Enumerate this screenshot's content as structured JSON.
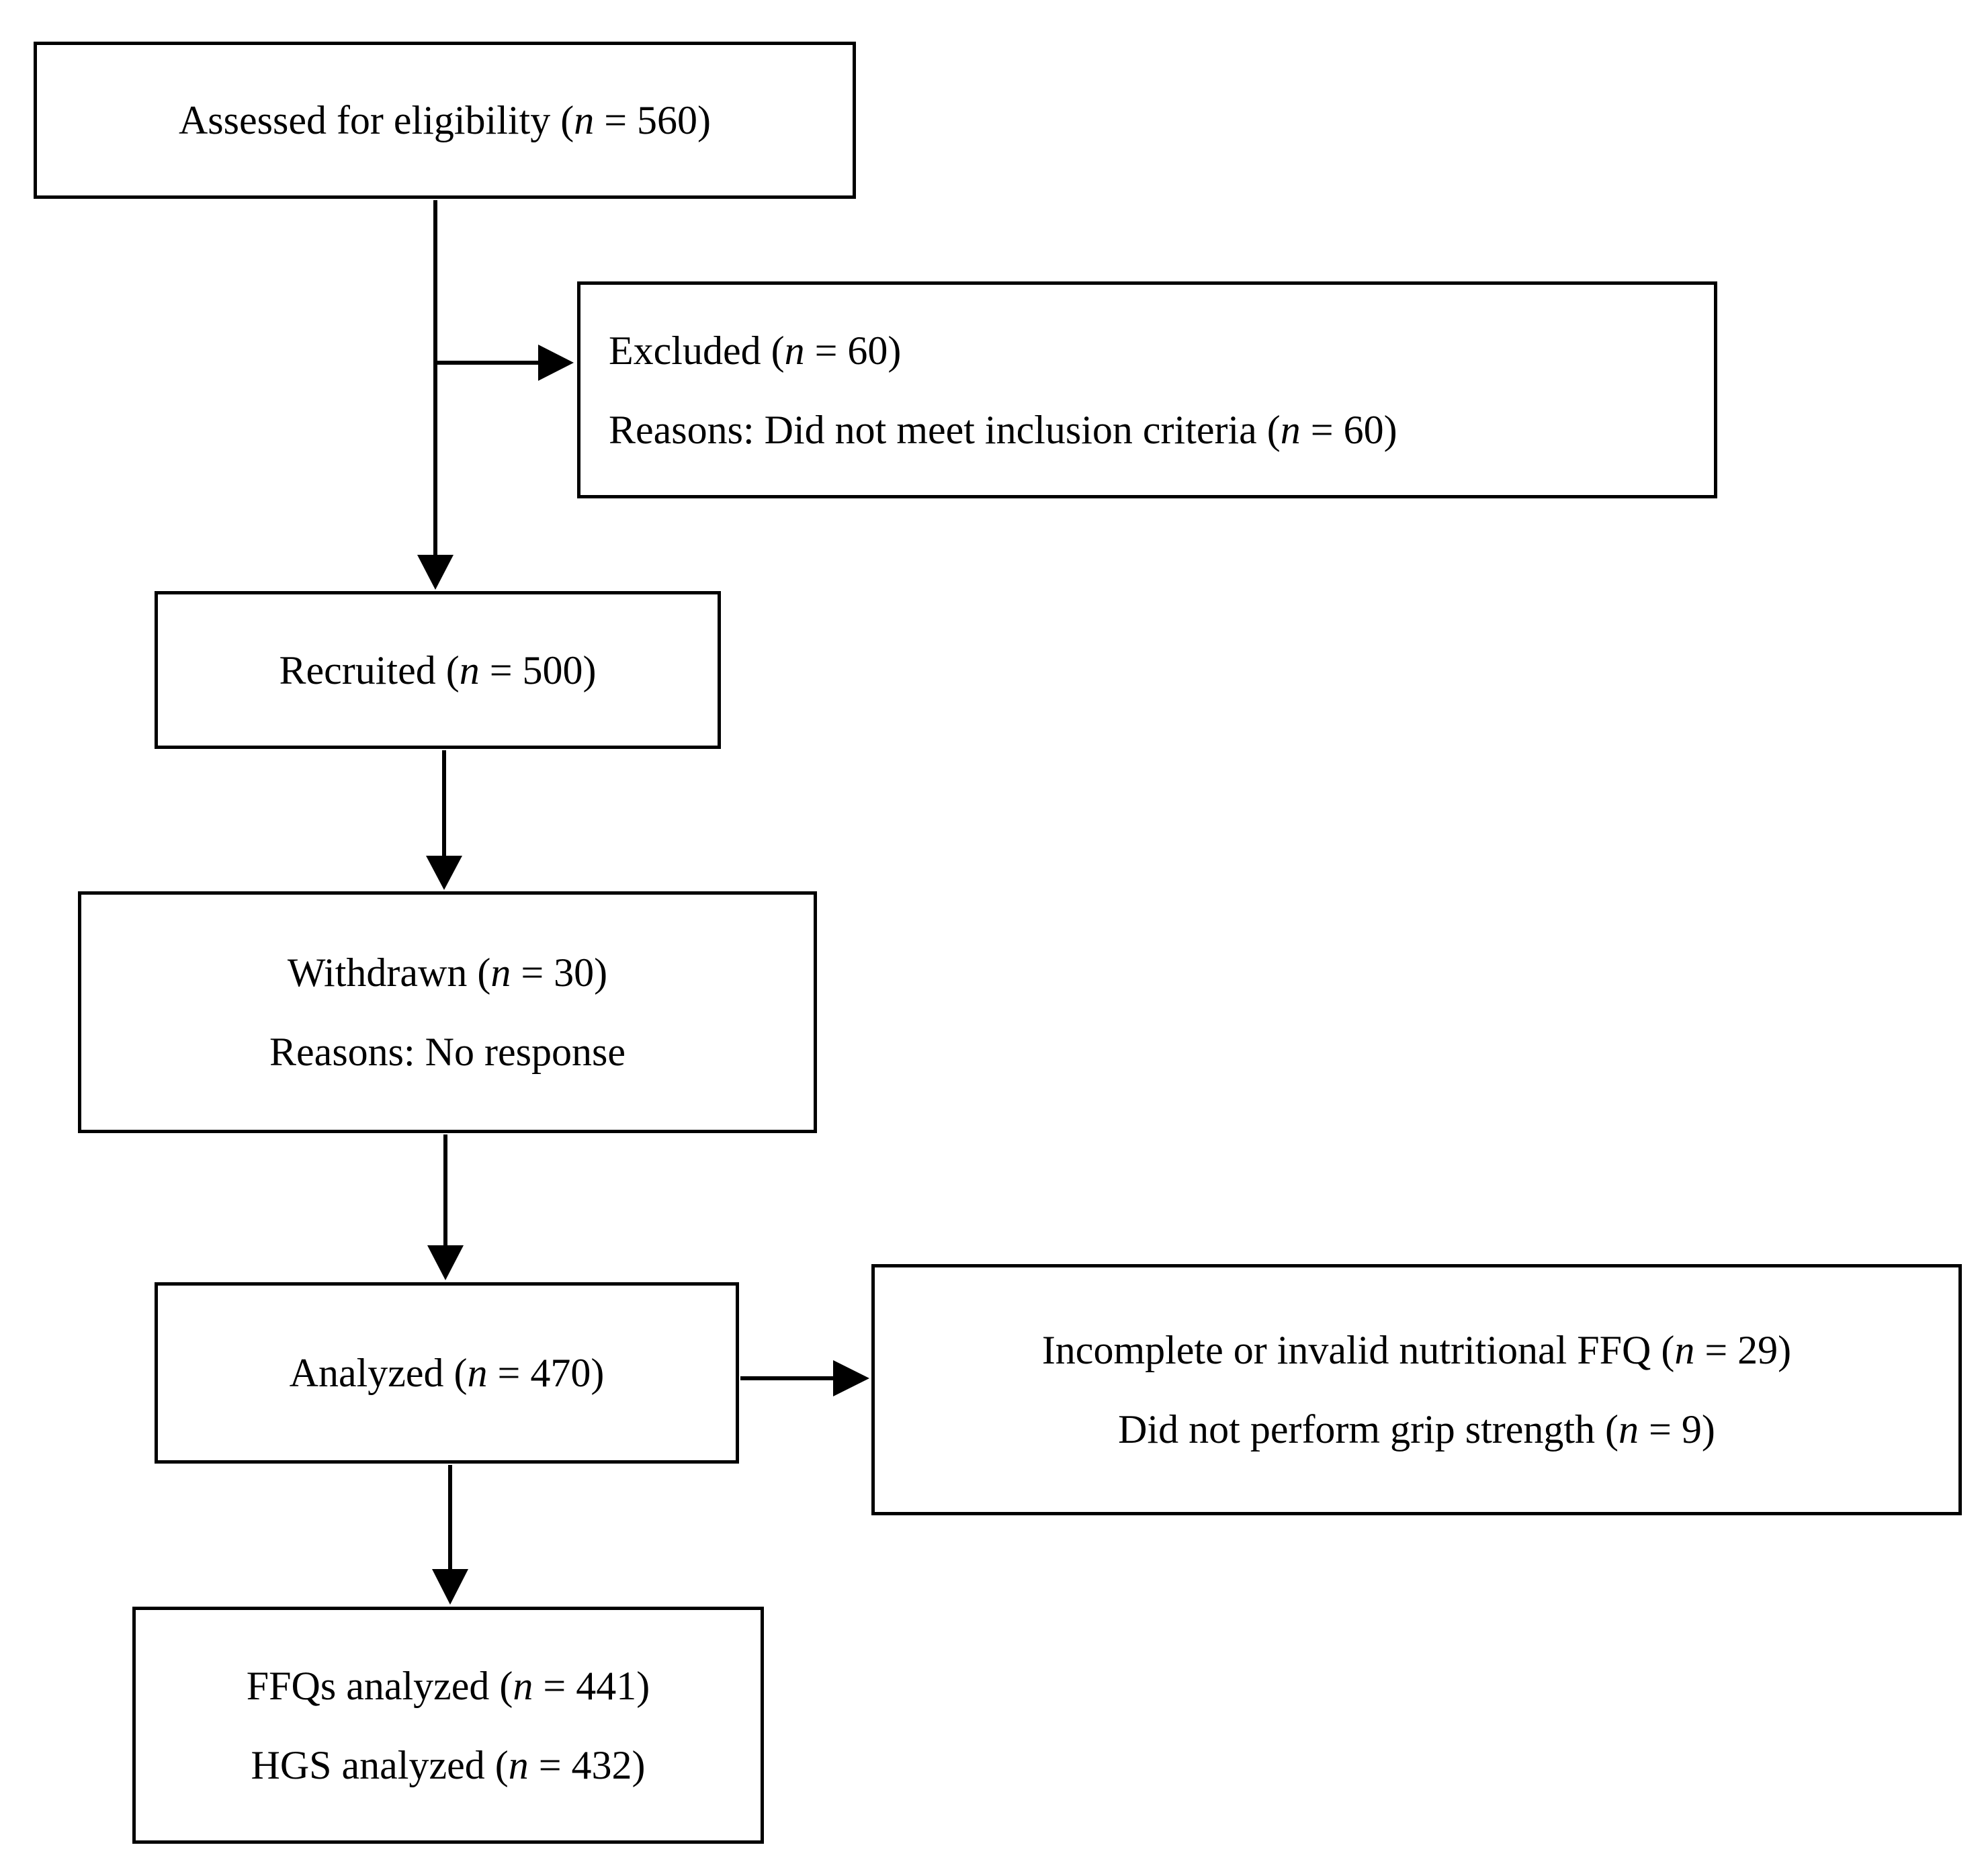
{
  "flowchart": {
    "colors": {
      "border": "#000000",
      "text": "#000000",
      "background": "#ffffff"
    },
    "boxes": {
      "assessed": {
        "line1": {
          "pre": "Assessed for eligibility (",
          "var": "n",
          "post": " = 560)"
        }
      },
      "excluded": {
        "line1": {
          "pre": "Excluded (",
          "var": "n",
          "post": " = 60)"
        },
        "line2": {
          "pre": "Reasons: Did not meet inclusion criteria (",
          "var": "n",
          "post": " = 60)"
        }
      },
      "recruited": {
        "line1": {
          "pre": "Recruited (",
          "var": "n",
          "post": " = 500)"
        }
      },
      "withdrawn": {
        "line1": {
          "pre": "Withdrawn (",
          "var": "n",
          "post": " = 30)"
        },
        "line2": {
          "pre": "Reasons: No response",
          "var": "",
          "post": ""
        }
      },
      "analyzed": {
        "line1": {
          "pre": "Analyzed (",
          "var": "n",
          "post": " = 470)"
        }
      },
      "ffq_exclusions": {
        "line1": {
          "pre": "Incomplete or invalid nutritional FFQ (",
          "var": "n",
          "post": " = 29)"
        },
        "line2": {
          "pre": "Did not perform grip strength (",
          "var": "n",
          "post": " = 9)"
        }
      },
      "final": {
        "line1": {
          "pre": "FFQs analyzed (",
          "var": "n",
          "post": " = 441)"
        },
        "line2": {
          "pre": "HGS analyzed (",
          "var": "n",
          "post": " = 432)"
        }
      }
    }
  }
}
